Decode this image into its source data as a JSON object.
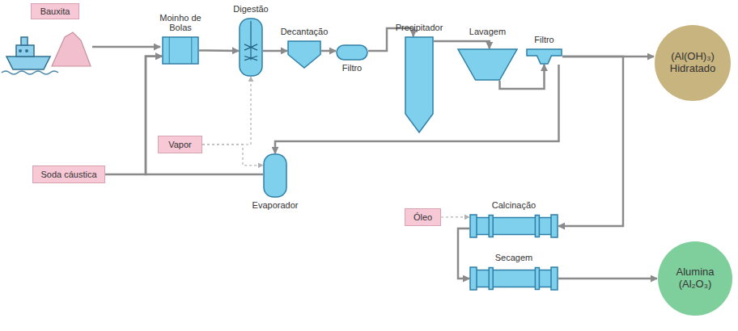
{
  "diagram": {
    "nodes": [
      {
        "text": [
          "Bauxita"
        ]
      },
      {
        "text": [
          "Moinho de Bolas"
        ]
      },
      {
        "text": [
          "Digestão"
        ]
      },
      {
        "text": [
          "Decantação"
        ]
      },
      {
        "text": [
          "Filtro"
        ]
      },
      {
        "text": [
          "Precipitador"
        ]
      },
      {
        "text": [
          "Lavagem"
        ]
      },
      {
        "text": [
          "Filtro"
        ]
      },
      {
        "text": [
          "(Al(OH)₃)",
          "Hidratado"
        ]
      },
      {
        "text": [
          "Vapor"
        ]
      },
      {
        "text": [
          "Soda cáustica"
        ]
      },
      {
        "text": [
          "Evaporador"
        ]
      },
      {
        "text": [
          "Óleo"
        ]
      },
      {
        "text": [
          "Calcinação"
        ]
      },
      {
        "text": [
          "Secagem"
        ]
      },
      {
        "text": [
          "Alumina",
          "(Al₂O₃)"
        ]
      }
    ],
    "edges": [
      {
        "from": 1,
        "to": 2,
        "arrow": "to"
      },
      {
        "from": 2,
        "to": 3,
        "arrow": "to"
      },
      {
        "from": 3,
        "to": 4,
        "arrow": "to"
      },
      {
        "from": 4,
        "to": 5,
        "arrow": "to"
      },
      {
        "from": 5,
        "to": 6,
        "arrow": "to"
      },
      {
        "from": 6,
        "to": 7,
        "arrow": "to"
      },
      {
        "from": 7,
        "to": 8,
        "arrow": "to"
      },
      {
        "from": 7,
        "to": 13,
        "arrow": "to"
      },
      {
        "from": 7,
        "to": 11,
        "arrow": "to"
      },
      {
        "from": 11,
        "to": 1,
        "arrow": "to"
      },
      {
        "from": 10,
        "to": 1,
        "arrow": "to"
      },
      {
        "from": 9,
        "to": 2,
        "arrow": "to"
      },
      {
        "from": 9,
        "to": 11,
        "arrow": "to"
      },
      {
        "from": 12,
        "to": 13,
        "arrow": "to"
      },
      {
        "from": 13,
        "to": 14,
        "arrow": "to"
      },
      {
        "from": 14,
        "to": 15,
        "arrow": "to"
      }
    ]
  }
}
